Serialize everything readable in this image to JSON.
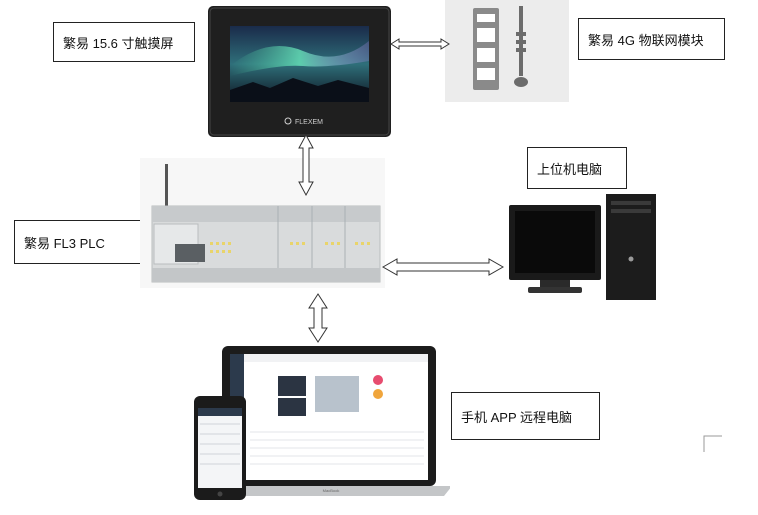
{
  "labels": {
    "touchscreen": "繁易 15.6 寸触摸屏",
    "iot_module": "繁易 4G 物联网模块",
    "plc": "繁易 FL3 PLC",
    "host_pc": "上位机电脑",
    "mobile_remote": "手机 APP  远程电脑"
  },
  "touchscreen_logo": "FLEXEM",
  "laptop_brand": "MacBook",
  "colors": {
    "border": "#222222",
    "arrow_stroke": "#333333",
    "device_dark": "#1f1f1f",
    "plc_body": "#d9dbdc",
    "module_bg": "#ececec"
  }
}
